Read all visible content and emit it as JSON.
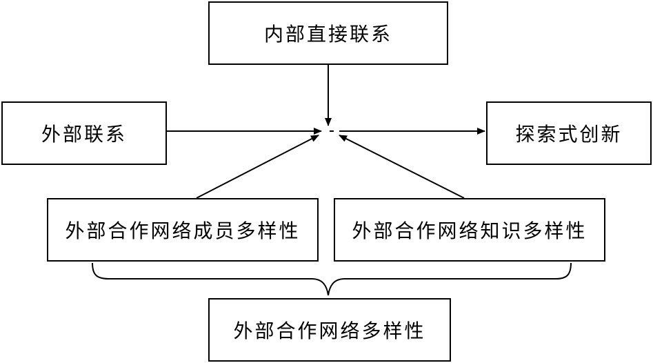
{
  "nodes": {
    "internal_direct": "内部直接联系",
    "external": "外部联系",
    "exploratory_innovation": "探索式创新",
    "member_diversity": "外部合作网络成员多样性",
    "knowledge_diversity": "外部合作网络知识多样性",
    "network_diversity": "外部合作网络多样性"
  },
  "colors": {
    "stroke": "#000000",
    "fill": "#ffffff",
    "text": "#000000"
  }
}
